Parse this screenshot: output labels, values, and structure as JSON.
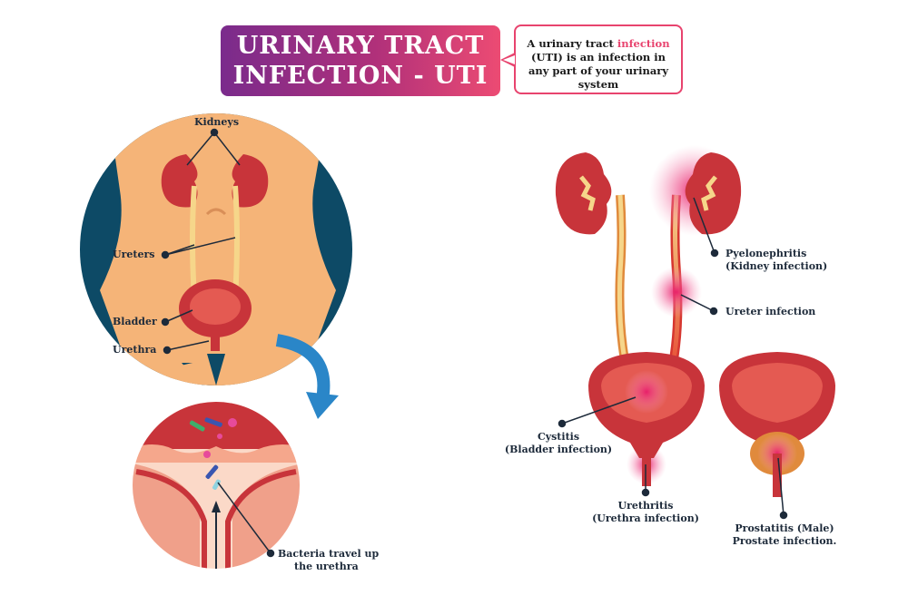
{
  "title": {
    "line1": "URINARY TRACT",
    "line2": "INFECTION - UTI"
  },
  "callout": {
    "text_before": "A urinary tract ",
    "highlight": "infection",
    "text_after": " (UTI) is an infection in any part of your urinary system"
  },
  "labels": {
    "kidneys": "Kidneys",
    "ureters": "Ureters",
    "bladder": "Bladder",
    "urethra": "Urethra",
    "bacteria_line1": "Bacteria travel up",
    "bacteria_line2": "the urethra",
    "pyelonephritis_line1": "Pyelonephritis",
    "pyelonephritis_line2": "(Kidney infection)",
    "ureter_infection": "Ureter infection",
    "cystitis_line1": "Cystitis",
    "cystitis_line2": "(Bladder infection)",
    "urethritis_line1": "Urethritis",
    "urethritis_line2": "(Urethra infection)",
    "prostatitis_line1": "Prostatitis (Male)",
    "prostatitis_line2": "Prostate infection."
  },
  "colors": {
    "title_gradient_start": "#7a2b8c",
    "title_gradient_end": "#ec4b73",
    "accent_pink": "#e8436e",
    "body_skin": "#f5b478",
    "body_dark": "#0d4a66",
    "organ_red": "#c8343a",
    "ureter_yellow": "#f6d68a",
    "arrow_blue": "#2a86c8",
    "label_text": "#1d2a3a"
  }
}
